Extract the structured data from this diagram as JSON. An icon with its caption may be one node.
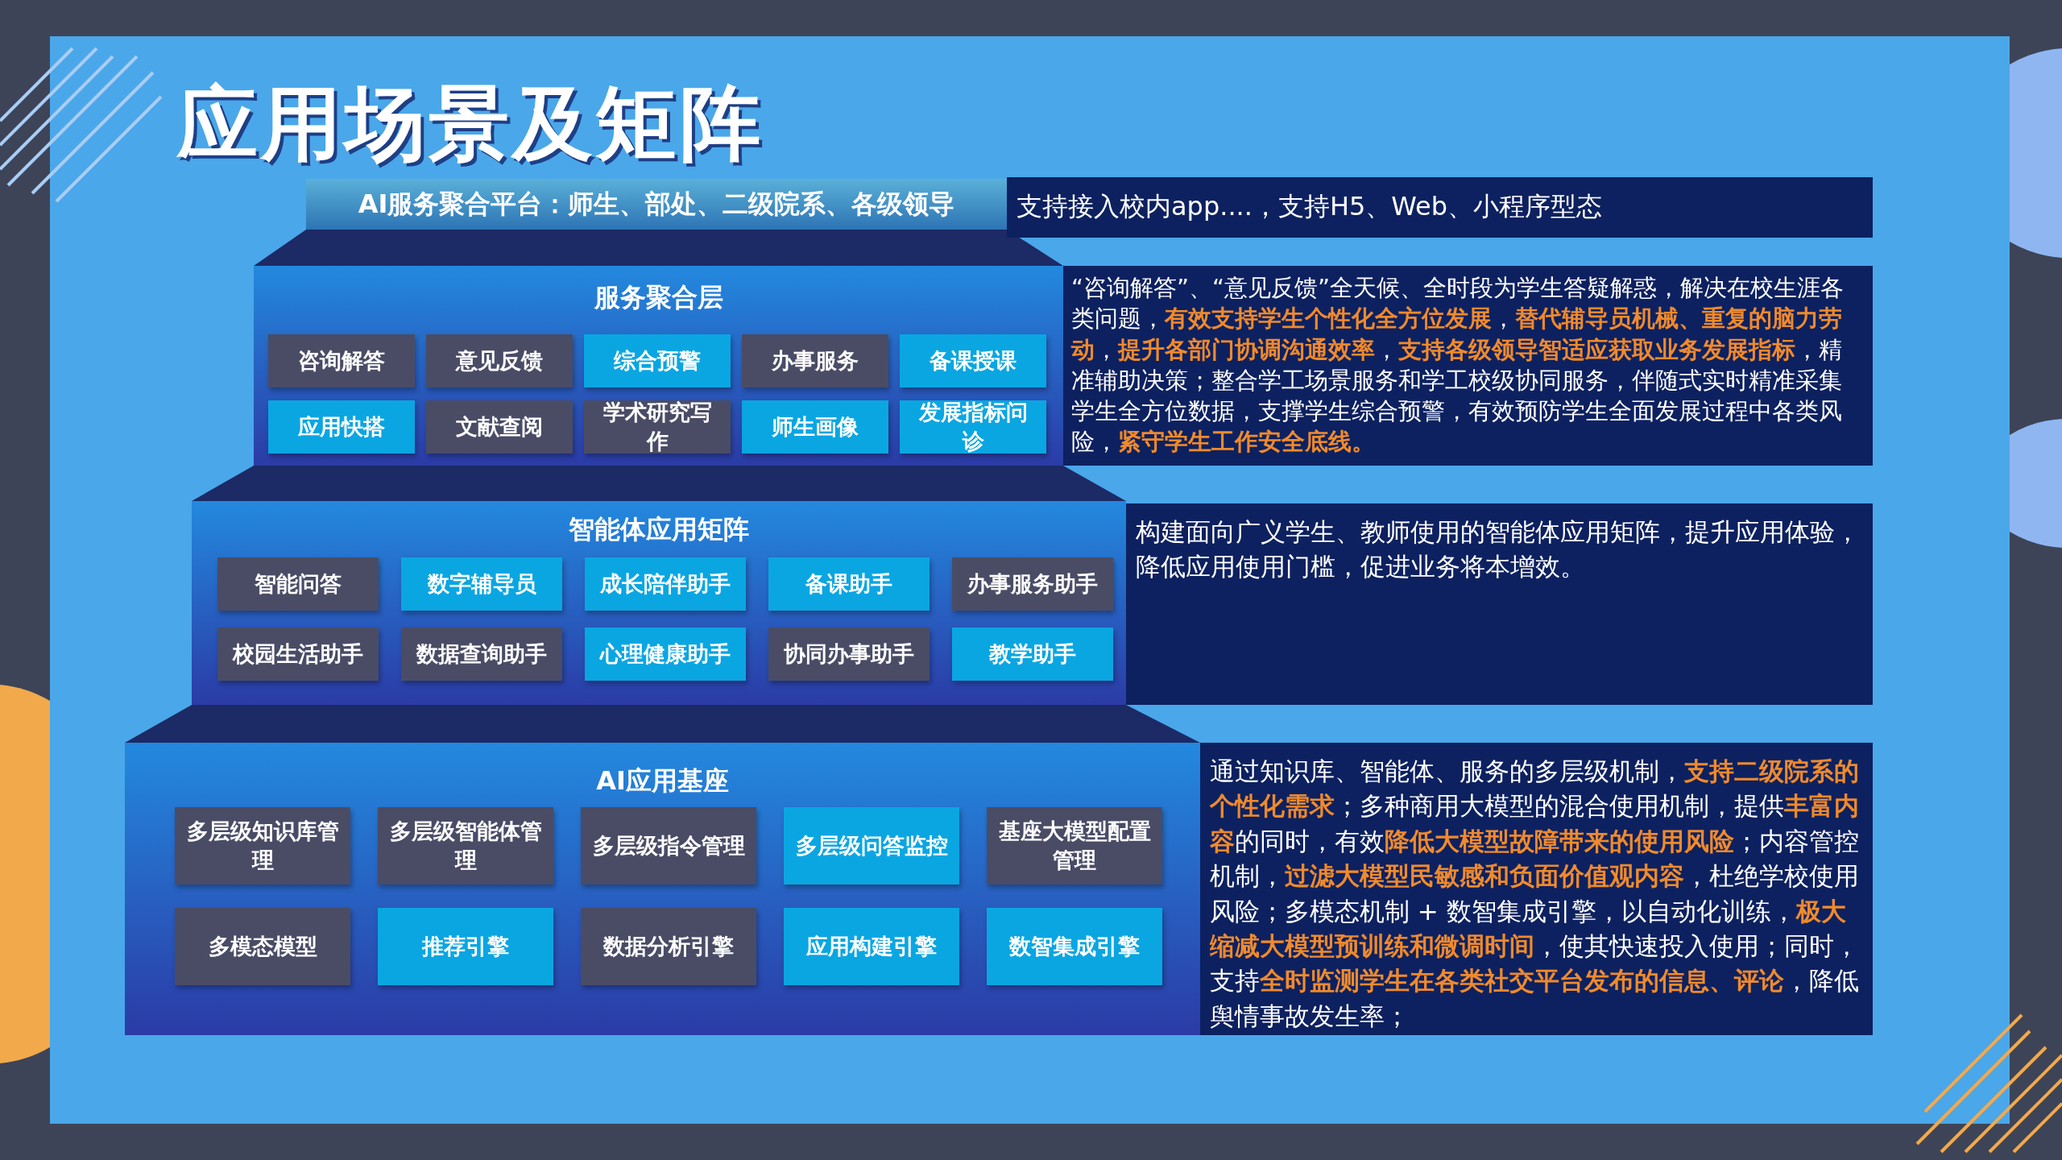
{
  "diagram": {
    "title": "应用场景及矩阵",
    "nodes": [
      {
        "text": [
          "AI服务聚合平台：师生、部处、二级院系、各级领导"
        ]
      },
      {
        "text": [
          "支持接入校内app....，支持H5、Web、小程序型态"
        ]
      },
      {
        "text": [
          "服务聚合层"
        ]
      },
      {
        "text": [
          "咨询解答"
        ],
        "in": 2
      },
      {
        "text": [
          "意见反馈"
        ],
        "in": 2
      },
      {
        "text": [
          "综合预警"
        ],
        "in": 2
      },
      {
        "text": [
          "办事服务"
        ],
        "in": 2
      },
      {
        "text": [
          "备课授课"
        ],
        "in": 2
      },
      {
        "text": [
          "应用快搭"
        ],
        "in": 2
      },
      {
        "text": [
          "文献查阅"
        ],
        "in": 2
      },
      {
        "text": [
          "学术研究写作"
        ],
        "in": 2
      },
      {
        "text": [
          "师生画像"
        ],
        "in": 2
      },
      {
        "text": [
          "发展指标问诊"
        ],
        "in": 2
      },
      {
        "text": [
          "“咨询解答”、“意见反馈”全天候、全时段为学生答疑解惑，解决在校生涯各类问题，**有效支持学生个性化全方位发展**，**替代辅导员机械、重复的脑力劳动**，**提升各部门协调沟通效率**，**支持各级领导智适应获取业务发展指标**，精准辅助决策；整合学工场景服务和学工校级协同服务，伴随式实时精准采集学生全方位数据，支撑学生综合预警，有效预防学生全面发展过程中各类风险，**紧守学生工作安全底线。**"
        ]
      },
      {
        "text": [
          "智能体应用矩阵"
        ]
      },
      {
        "text": [
          "智能问答"
        ],
        "in": 14
      },
      {
        "text": [
          "数字辅导员"
        ],
        "in": 14
      },
      {
        "text": [
          "成长陪伴助手"
        ],
        "in": 14
      },
      {
        "text": [
          "备课助手"
        ],
        "in": 14
      },
      {
        "text": [
          "办事服务助手"
        ],
        "in": 14
      },
      {
        "text": [
          "校园生活助手"
        ],
        "in": 14
      },
      {
        "text": [
          "数据查询助手"
        ],
        "in": 14
      },
      {
        "text": [
          "心理健康助手"
        ],
        "in": 14
      },
      {
        "text": [
          "协同办事助手"
        ],
        "in": 14
      },
      {
        "text": [
          "教学助手"
        ],
        "in": 14
      },
      {
        "text": [
          "构建面向广义学生、教师使用的智能体应用矩阵，提升应用体验，降低应用使用门槛，促进业务将本增效。"
        ]
      },
      {
        "text": [
          "AI应用基座"
        ]
      },
      {
        "text": [
          "多层级知识库管理"
        ],
        "in": 26
      },
      {
        "text": [
          "多层级智能体管理"
        ],
        "in": 26
      },
      {
        "text": [
          "多层级指令管理"
        ],
        "in": 26
      },
      {
        "text": [
          "多层级问答监控"
        ],
        "in": 26
      },
      {
        "text": [
          "基座大模型配置管理"
        ],
        "in": 26
      },
      {
        "text": [
          "多模态模型"
        ],
        "in": 26
      },
      {
        "text": [
          "推荐引擎"
        ],
        "in": 26
      },
      {
        "text": [
          "数据分析引擎"
        ],
        "in": 26
      },
      {
        "text": [
          "应用构建引擎"
        ],
        "in": 26
      },
      {
        "text": [
          "数智集成引擎"
        ],
        "in": 26
      },
      {
        "text": [
          "通过知识库、智能体、服务的多层级机制，**支持二级院系的个性化需求**；多种商用大模型的混合使用机制，提供**丰富内容**的同时，有效**降低大模型故障带来的使用风险**；内容管控机制，**过滤大模型民敏感和负面价值观内容**，杜绝学校使用风险；多模态机制 + 数智集成引擎，以自动化训练，**极大缩减大模型预训练和微调时间**，使其快速投入使用；同时，支持**全时监测学生在各类社交平台发布的信息、评论**，降低舆情事故发生率；"
        ]
      }
    ]
  }
}
